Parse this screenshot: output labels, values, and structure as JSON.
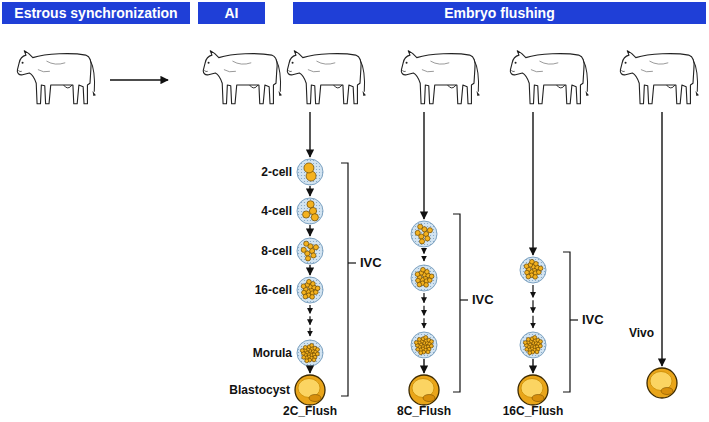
{
  "diagram": {
    "nodes": [
      {
        "text": [
          "Estrous synchronization"
        ]
      },
      {
        "text": [
          "AI"
        ]
      },
      {
        "text": [
          "Embryo flushing"
        ]
      }
    ],
    "labels": [
      "2-cell",
      "4-cell",
      "8-cell",
      "16-cell",
      "Morula",
      "Blastocyst",
      "IVC",
      "IVC",
      "IVC",
      "2C_Flush",
      "8C_Flush",
      "16C_Flush",
      "Vivo"
    ]
  }
}
